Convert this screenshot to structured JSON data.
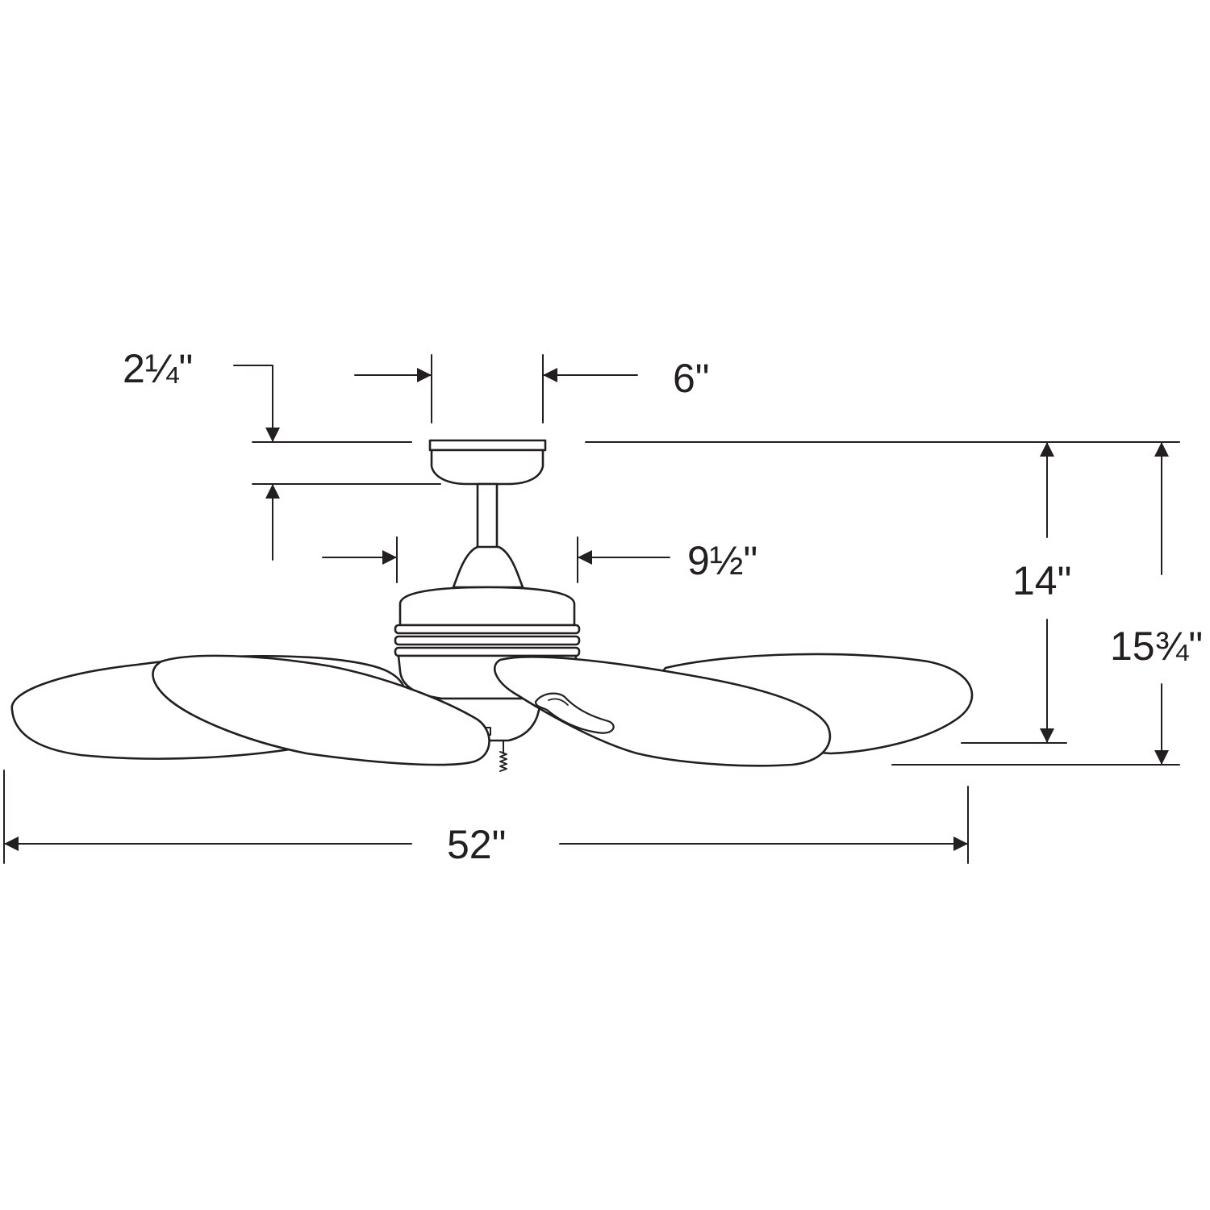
{
  "colors": {
    "line": "#231f20",
    "background": "#ffffff"
  },
  "dimensions": {
    "canopy_height": "2¼\"",
    "canopy_width": "6\"",
    "motor_width": "9½\"",
    "height_to_blade": "14\"",
    "overall_height": "15¾\"",
    "blade_span": "52\""
  }
}
